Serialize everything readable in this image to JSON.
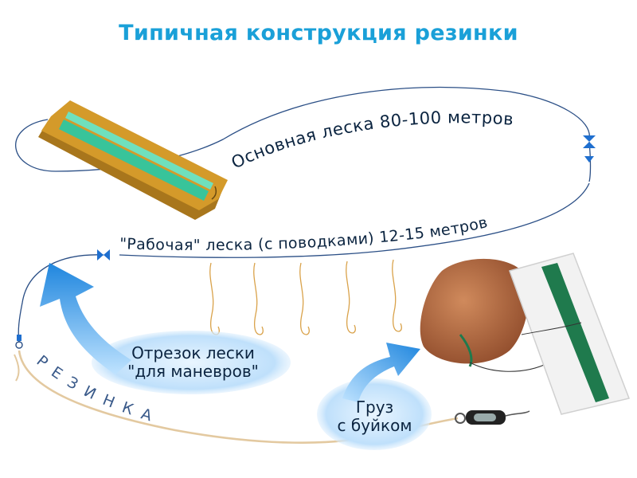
{
  "title": "Типичная конструкция резинки",
  "labels": {
    "main_line": "Основная леска 80-100 метров",
    "working_line": "\"Рабочая\" леска (с поводками) 12-15 метров",
    "maneuver_line_1": "Отрезок лески",
    "maneuver_line_2": "\"для маневров\"",
    "rubber": "РЕЗИНКА",
    "weight_1": "Груз",
    "weight_2": "с буйком"
  },
  "icons": [
    "reel",
    "swivel-icon",
    "hook-icon",
    "sinker-stone",
    "float-buoy",
    "snap-swivel-icon",
    "arrow-icon"
  ],
  "colors": {
    "title": "#1aa0d8",
    "line": "#2b4f86",
    "text": "#0b2440",
    "reel_wood": "#d49a2a",
    "reel_line": "#38c49a",
    "callout": "#2d8fe0",
    "stone": "#b3643c",
    "buoy": "#f2f2f2",
    "buoy_line": "#1f7a4d",
    "rubber": "#e3c9a0"
  }
}
